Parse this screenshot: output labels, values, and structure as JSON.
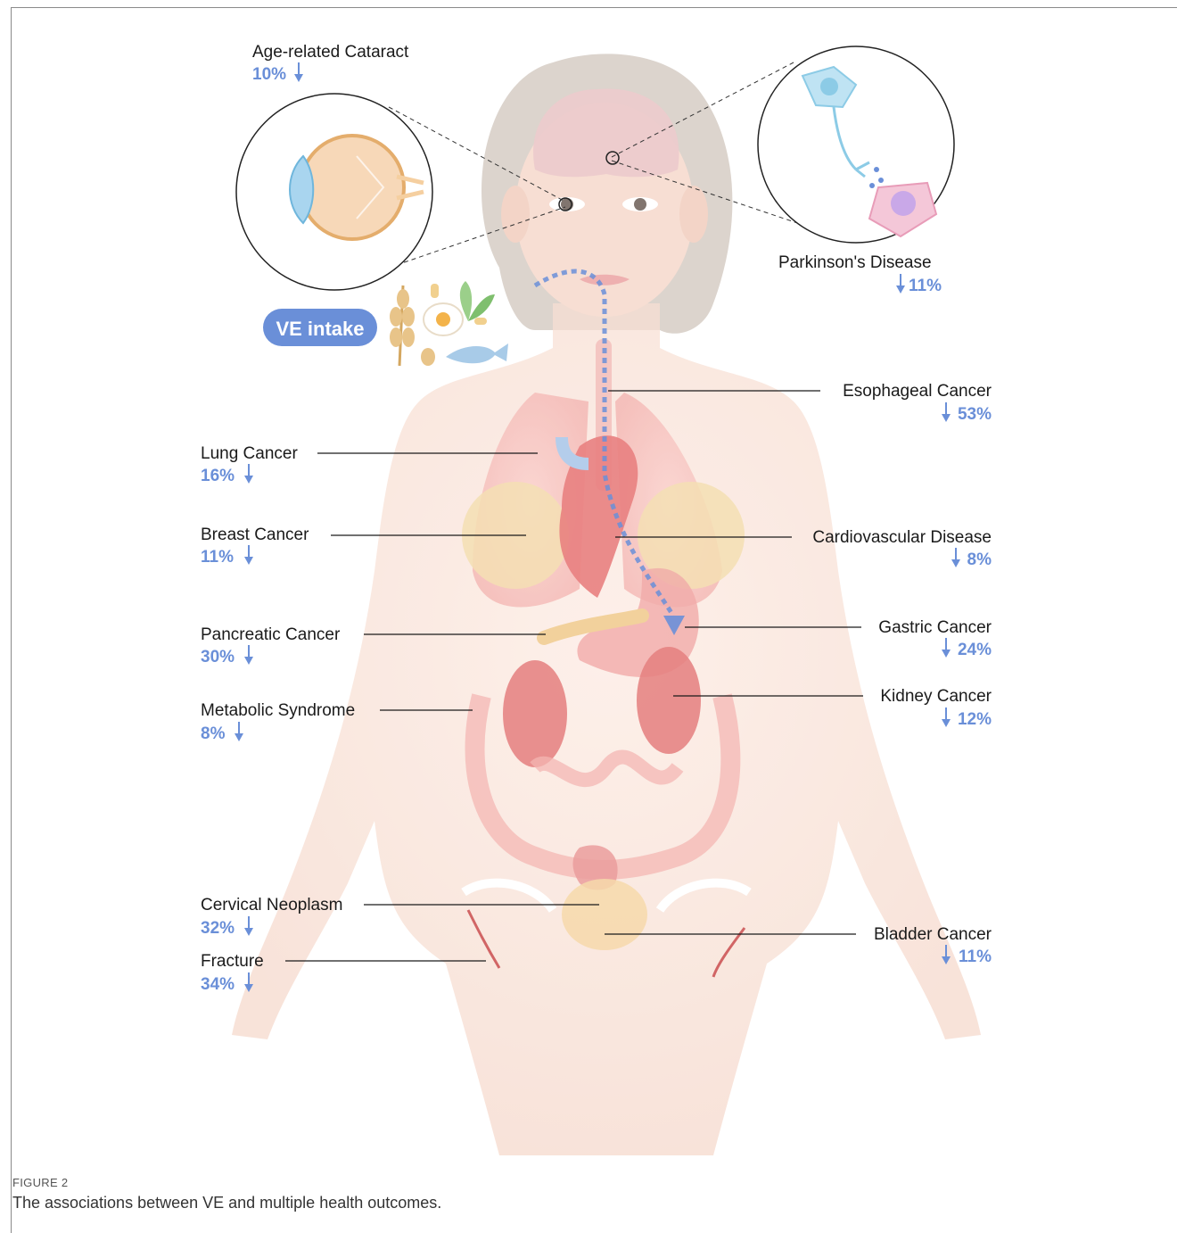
{
  "figure": {
    "label": "FIGURE 2",
    "caption": "The associations between VE and multiple health outcomes."
  },
  "intake_label": "VE intake",
  "colors": {
    "accent_blue": "#6a8fd8",
    "body_skin": "#f7dcd0",
    "hair": "#cfc3b8",
    "organ_red": "#e36b6b",
    "organ_yellow": "#f2d39a"
  },
  "outcomes": {
    "cataract": {
      "name": "Age-related Cataract",
      "pct": "10%"
    },
    "parkinson": {
      "name": "Parkinson's Disease",
      "pct": "11%"
    },
    "esophageal": {
      "name": "Esophageal Cancer",
      "pct": "53%"
    },
    "lung": {
      "name": "Lung Cancer",
      "pct": "16%"
    },
    "breast": {
      "name": "Breast Cancer",
      "pct": "11%"
    },
    "cardio": {
      "name": "Cardiovascular Disease",
      "pct": "8%"
    },
    "pancreatic": {
      "name": "Pancreatic Cancer",
      "pct": "30%"
    },
    "gastric": {
      "name": "Gastric Cancer",
      "pct": "24%"
    },
    "metabolic": {
      "name": "Metabolic Syndrome",
      "pct": "8%"
    },
    "kidney": {
      "name": "Kidney Cancer",
      "pct": "12%"
    },
    "cervical": {
      "name": "Cervical Neoplasm",
      "pct": "32%"
    },
    "bladder": {
      "name": "Bladder Cancer",
      "pct": "11%"
    },
    "fracture": {
      "name": "Fracture",
      "pct": "34%"
    }
  },
  "icons": [
    "eye-icon",
    "neuron-icon",
    "wheat-icon",
    "egg-icon",
    "fish-icon",
    "capsule-icon",
    "leaf-icon",
    "down-arrow-icon"
  ]
}
